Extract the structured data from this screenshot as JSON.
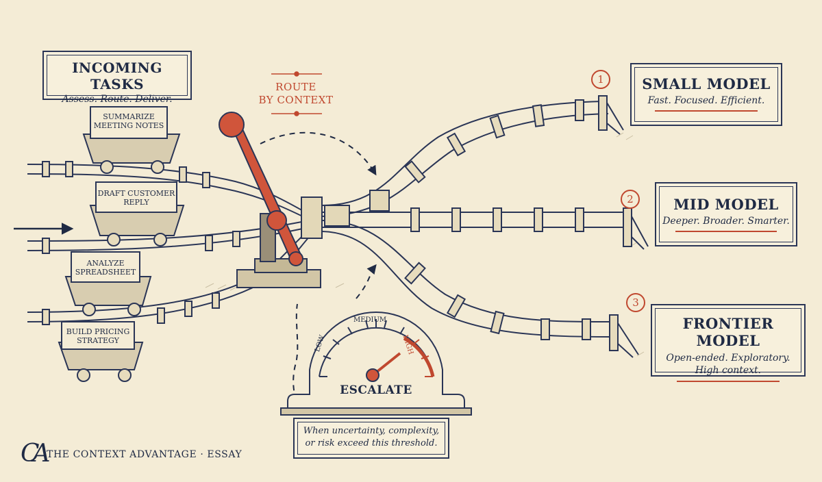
{
  "incoming": {
    "title": "INCOMING TASKS",
    "subtitle": "Assess. Route. Deliver."
  },
  "router": {
    "label_line1": "ROUTE",
    "label_line2": "BY CONTEXT"
  },
  "tasks": [
    {
      "line1": "SUMMARIZE",
      "line2": "MEETING NOTES"
    },
    {
      "line1": "DRAFT CUSTOMER",
      "line2": "REPLY"
    },
    {
      "line1": "ANALYZE",
      "line2": "SPREADSHEET"
    },
    {
      "line1": "BUILD PRICING",
      "line2": "STRATEGY"
    }
  ],
  "models": [
    {
      "number": "1",
      "title": "SMALL MODEL",
      "subtitle": "Fast. Focused. Efficient."
    },
    {
      "number": "2",
      "title": "MID MODEL",
      "subtitle": "Deeper. Broader. Smarter."
    },
    {
      "number": "3",
      "title": "FRONTIER MODEL",
      "subtitle_line1": "Open-ended. Exploratory.",
      "subtitle_line2": "High context."
    }
  ],
  "gauge": {
    "title": "ESCALATE",
    "low": "LOW",
    "medium": "MEDIUM",
    "high": "HIGH",
    "caption_line1": "When uncertainty, complexity,",
    "caption_line2": "or risk exceed this threshold."
  },
  "footer": {
    "mark": "CA",
    "text": "THE CONTEXT ADVANTAGE · ESSAY"
  },
  "colors": {
    "ink": "#1f2a44",
    "accent": "#c0482f",
    "paper": "#f4ecd6"
  }
}
